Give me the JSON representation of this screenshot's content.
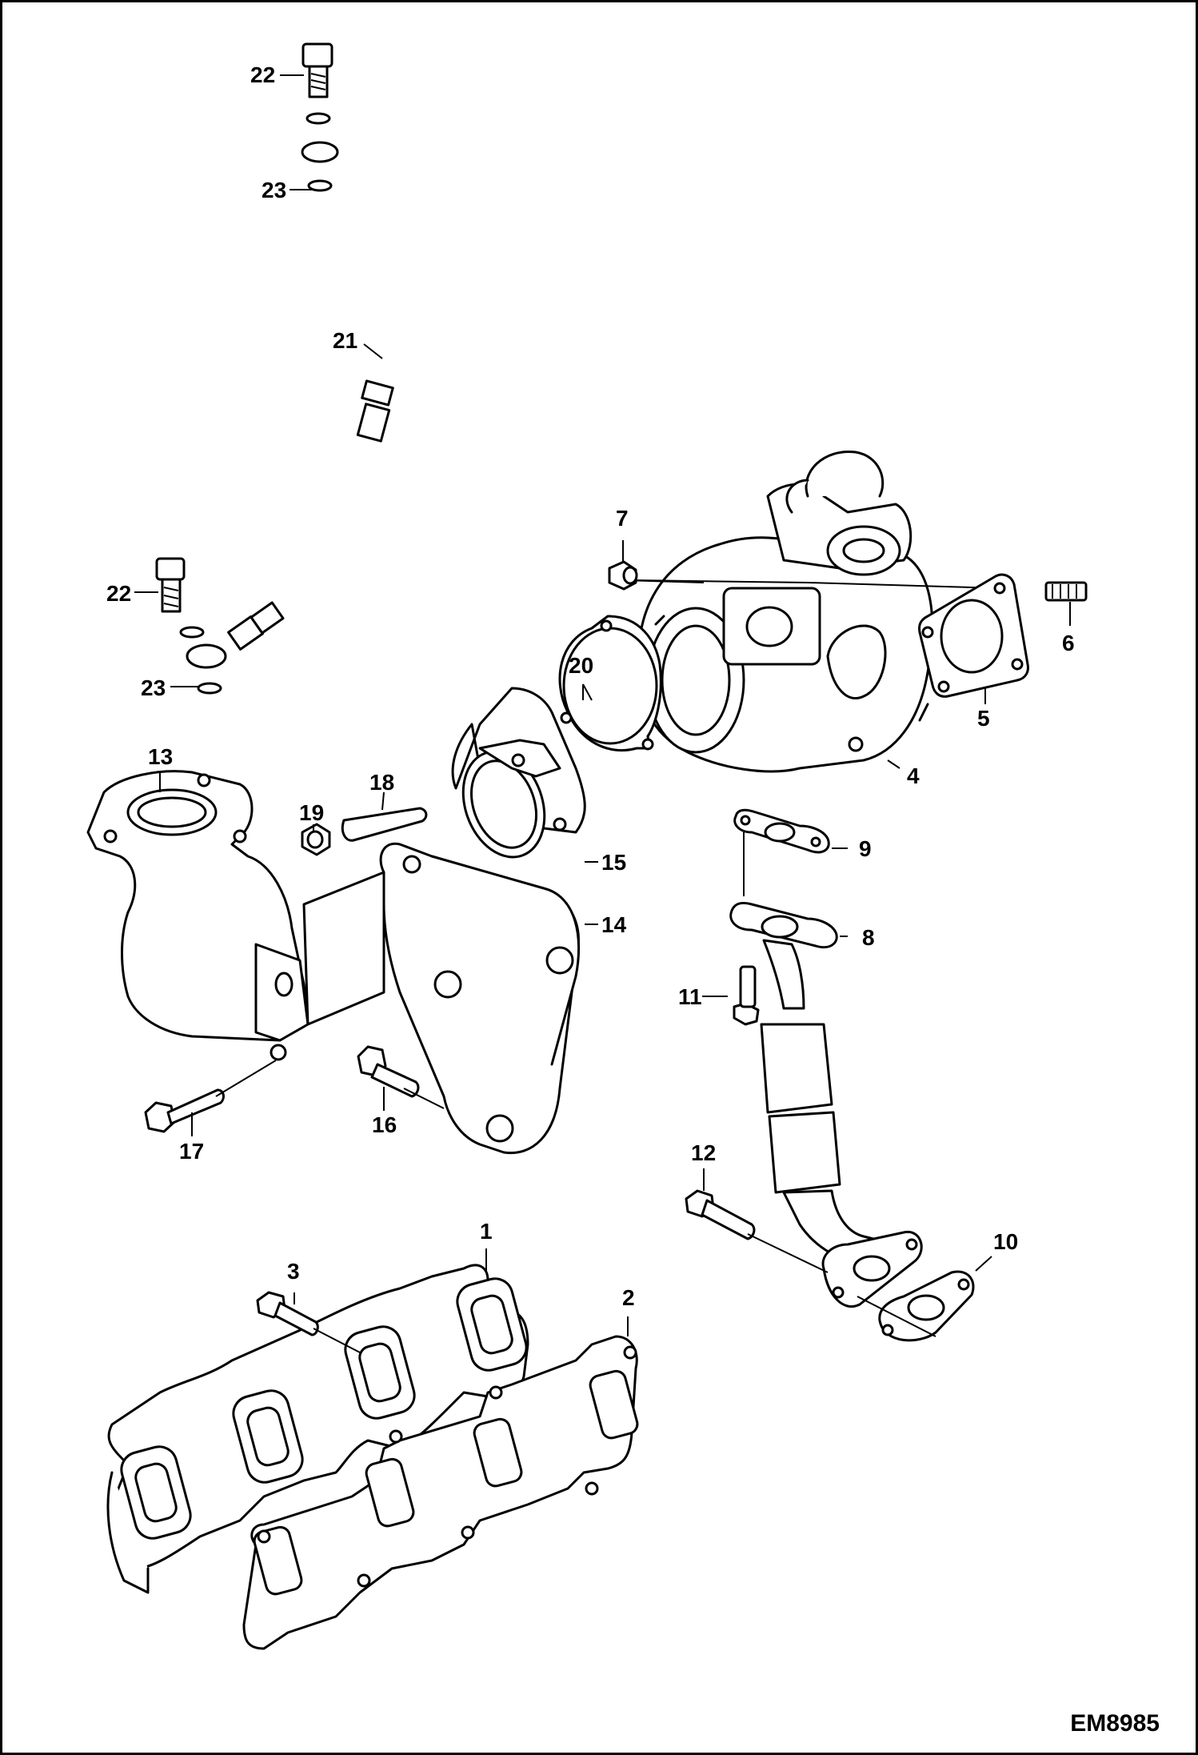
{
  "drawing_id": "EM8985",
  "callouts": [
    {
      "id": "1",
      "label": "1"
    },
    {
      "id": "2",
      "label": "2"
    },
    {
      "id": "3",
      "label": "3"
    },
    {
      "id": "4",
      "label": "4"
    },
    {
      "id": "5",
      "label": "5"
    },
    {
      "id": "6",
      "label": "6"
    },
    {
      "id": "7",
      "label": "7"
    },
    {
      "id": "8",
      "label": "8"
    },
    {
      "id": "9",
      "label": "9"
    },
    {
      "id": "10",
      "label": "10"
    },
    {
      "id": "11",
      "label": "11"
    },
    {
      "id": "12",
      "label": "12"
    },
    {
      "id": "13",
      "label": "13"
    },
    {
      "id": "14",
      "label": "14"
    },
    {
      "id": "15",
      "label": "15"
    },
    {
      "id": "16",
      "label": "16"
    },
    {
      "id": "17",
      "label": "17"
    },
    {
      "id": "18",
      "label": "18"
    },
    {
      "id": "19",
      "label": "19"
    },
    {
      "id": "20",
      "label": "20"
    },
    {
      "id": "21",
      "label": "21"
    },
    {
      "id": "22a",
      "label": "22"
    },
    {
      "id": "22b",
      "label": "22"
    },
    {
      "id": "23a",
      "label": "23"
    },
    {
      "id": "23b",
      "label": "23"
    }
  ]
}
